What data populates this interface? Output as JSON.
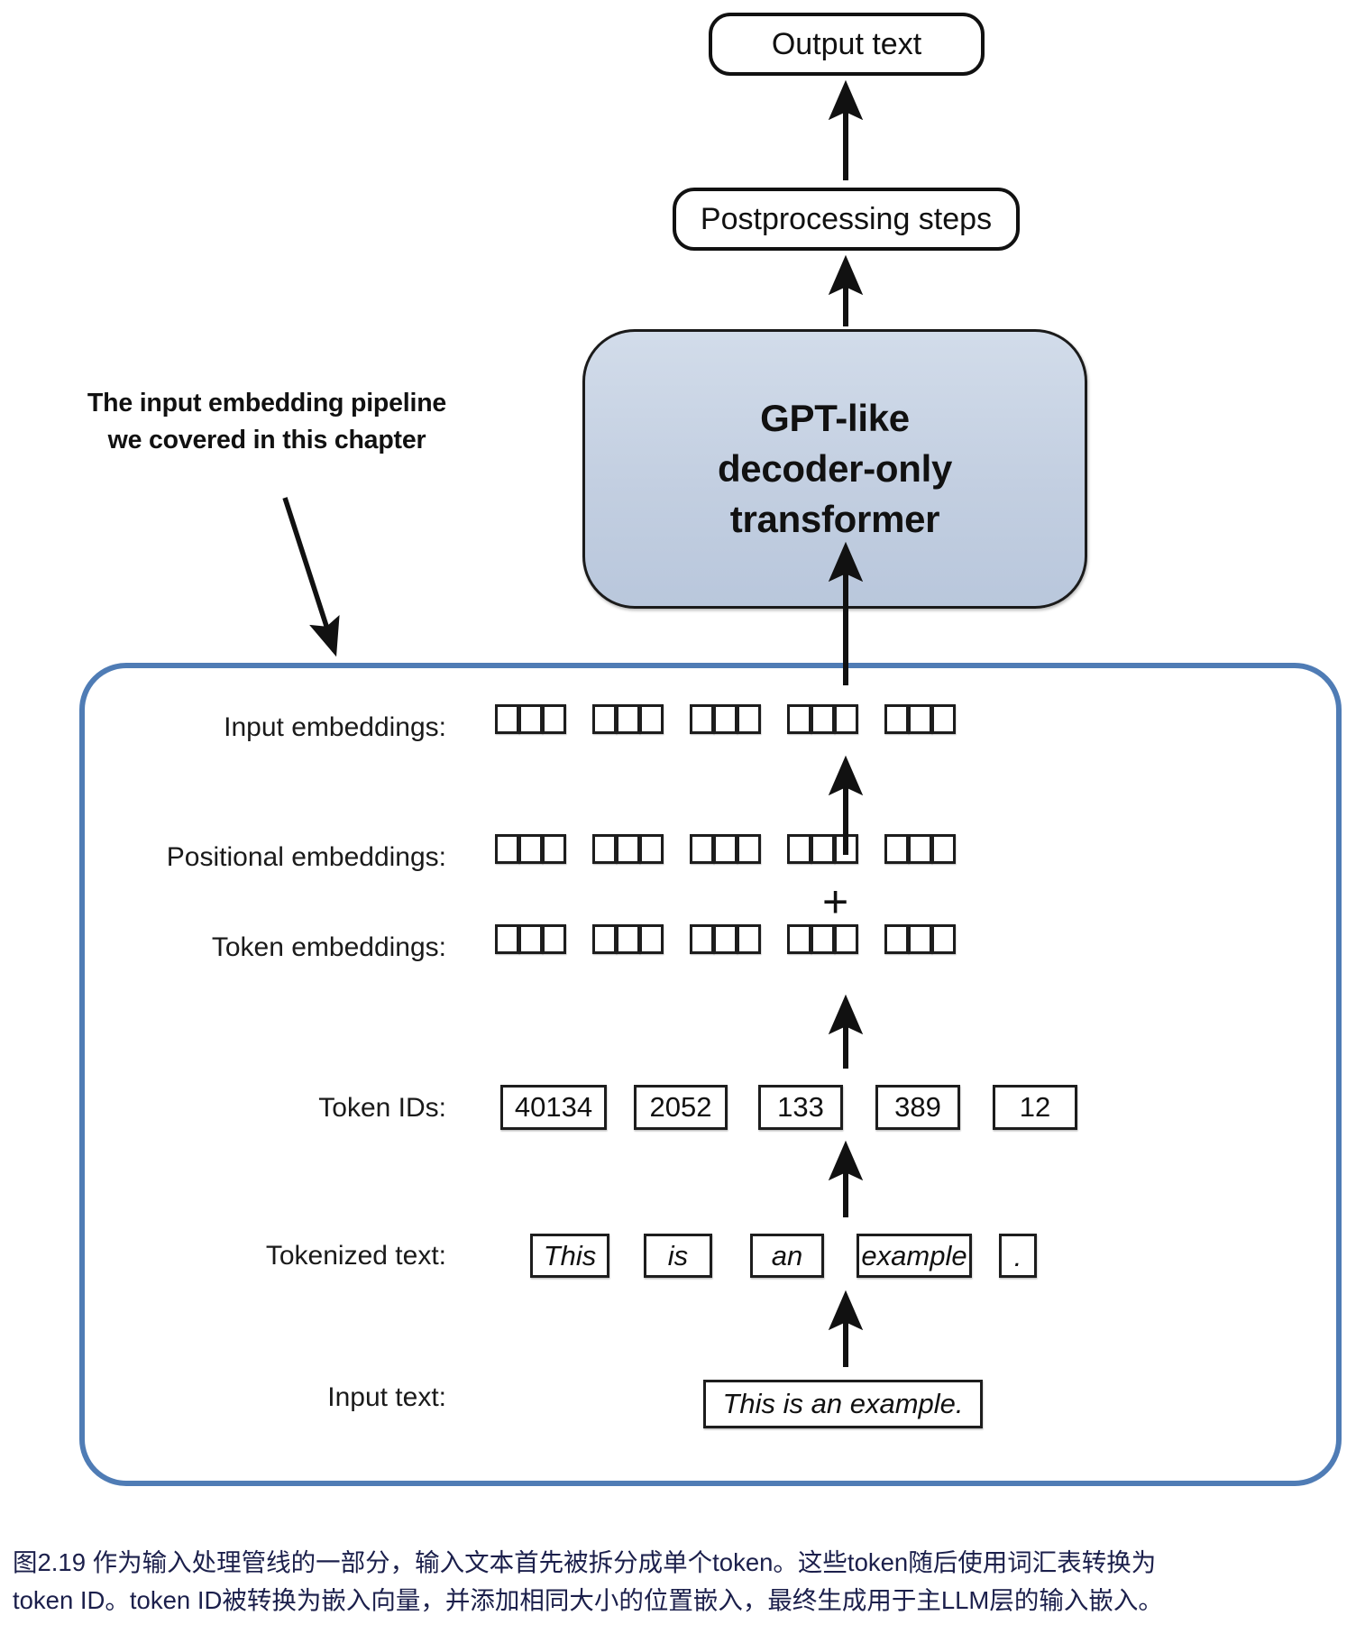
{
  "figure": {
    "id": "figure-2-19",
    "caption_lines": [
      "图2.19 作为输入处理管线的一部分，输入文本首先被拆分成单个token。这些token随后使用词汇表转换为",
      "token ID。token ID被转换为嵌入向量，并添加相同大小的位置嵌入，最终生成用于主LLM层的输入嵌入。"
    ],
    "caption_color": "#1b1f4b"
  },
  "top_flow": {
    "output_box_label": "Output text",
    "postprocessing_box_label": "Postprocessing steps",
    "model_box_lines": [
      "GPT-like",
      "decoder-only",
      "transformer"
    ],
    "model_box_fill": "#c3cfe1",
    "model_box_stroke": "#1b1b1b"
  },
  "annotation": {
    "lines": [
      "The input embedding pipeline",
      "we covered in this chapter"
    ]
  },
  "pipeline": {
    "border_color": "#4f7cb5",
    "rows": [
      {
        "key": "input_embeddings",
        "label": "Input embeddings:"
      },
      {
        "key": "positional_embeddings",
        "label": "Positional embeddings:"
      },
      {
        "key": "token_embeddings",
        "label": "Token embeddings:"
      },
      {
        "key": "token_ids",
        "label": "Token IDs:"
      },
      {
        "key": "tokenized_text",
        "label": "Tokenized text:"
      },
      {
        "key": "input_text",
        "label": "Input text:"
      }
    ],
    "embedding_groups": 5,
    "embedding_cells_per_group": 3,
    "plus_symbol": "+",
    "token_ids": [
      "40134",
      "2052",
      "133",
      "389",
      "12"
    ],
    "tokenized_text": [
      "This",
      "is",
      "an",
      "example",
      "."
    ],
    "input_text": "This is an example."
  }
}
